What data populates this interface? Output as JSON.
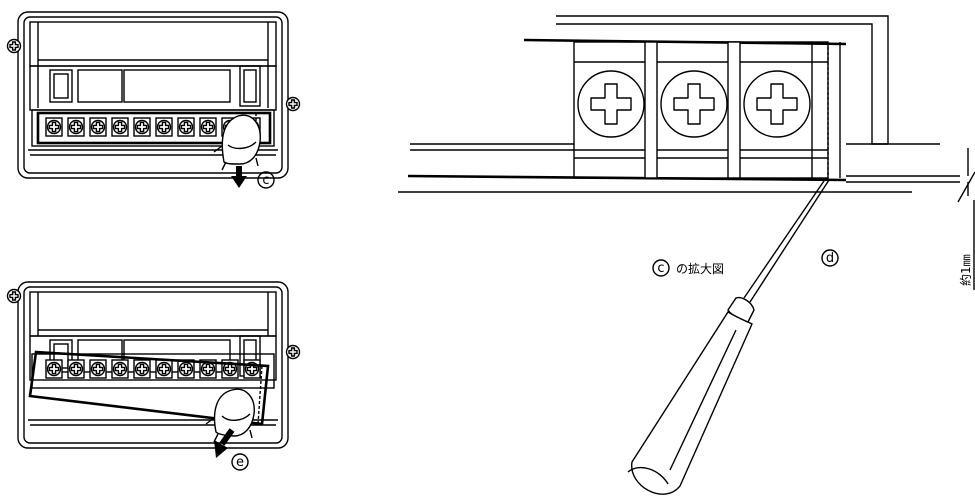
{
  "labels": {
    "c": "c",
    "e": "e",
    "d": "d",
    "enlarged_caption": "の拡大図",
    "dimension": "約1㎜"
  },
  "icons": {
    "screw": "phillips-screw-icon",
    "screwdriver": "screwdriver-icon",
    "finger": "finger-icon",
    "arrow": "arrow-down-icon"
  }
}
